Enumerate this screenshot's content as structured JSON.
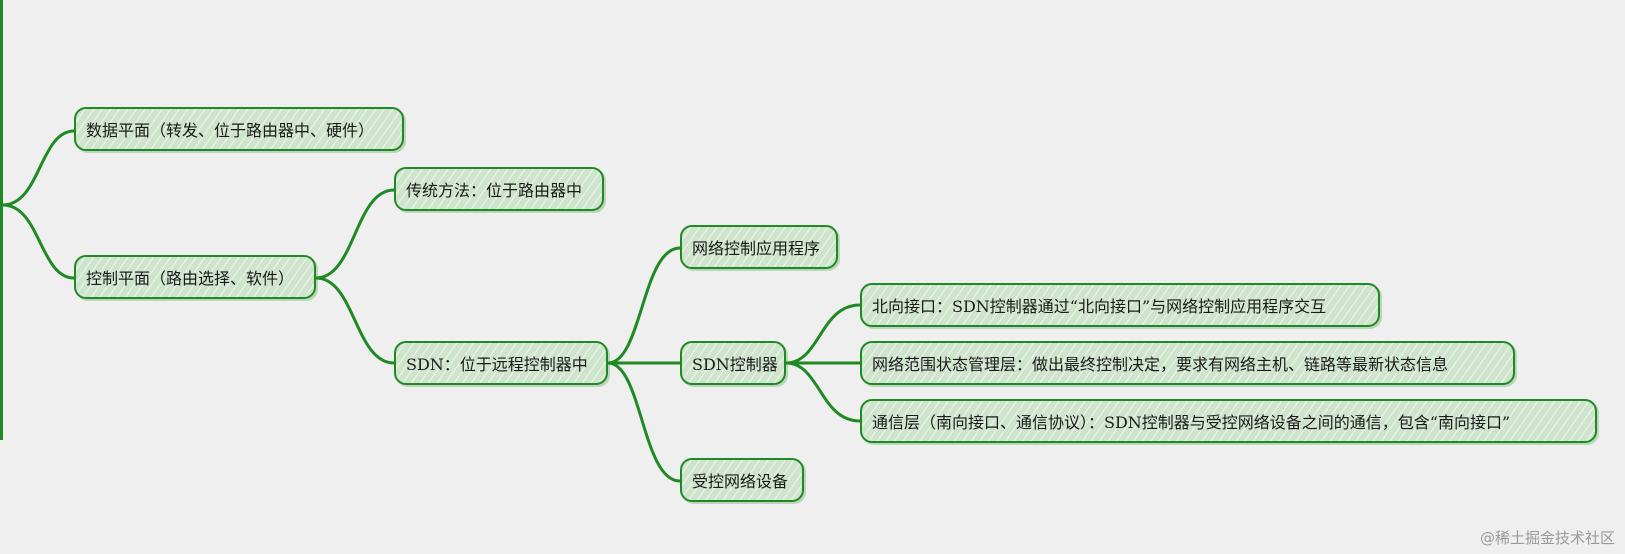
{
  "nodes": {
    "data_plane": "数据平面（转发、位于路由器中、硬件）",
    "control_plane": "控制平面（路由选择、软件）",
    "traditional": "传统方法：位于路由器中",
    "sdn": "SDN：位于远程控制器中",
    "net_ctrl_app": "网络控制应用程序",
    "sdn_controller": "SDN控制器",
    "controlled_devices": "受控网络设备",
    "northbound": "北向接口：SDN控制器通过“北向接口”与网络控制应用程序交互",
    "state_mgmt": "网络范围状态管理层：做出最终控制决定，要求有网络主机、链路等最新状态信息",
    "comm_layer": "通信层（南向接口、通信协议）：SDN控制器与受控网络设备之间的通信，包含“南向接口”"
  },
  "watermark": "@稀土掘金技术社区",
  "colors": {
    "stroke": "#1f8a24",
    "fill": "#cfe4cd",
    "background": "#efefef"
  }
}
